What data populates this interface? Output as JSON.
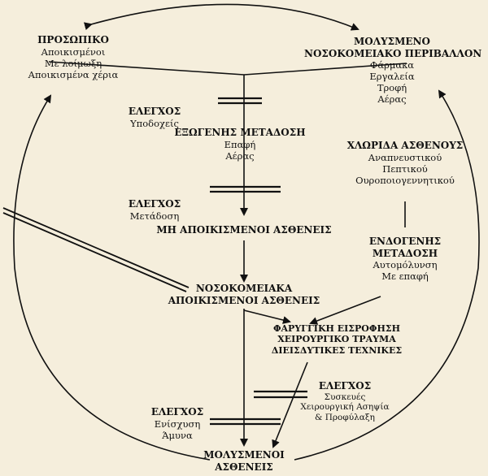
{
  "staff": {
    "title": "ΠΡΟΣΩΠΙΚΟ",
    "items": [
      "Αποικισμένοι",
      "Με λοίμωξη",
      "Αποικισμένα χέρια"
    ]
  },
  "environment": {
    "title_1": "ΜΟΛΥΣΜΕΝΟ",
    "title_2": "ΝΟΣΟΚΟΜΕΙΑΚΟ ΠΕΡΙΒΑΛΛΟΝ",
    "items": [
      "Φάρμακα",
      "Εργαλεία",
      "Τροφή",
      "Αέρας"
    ]
  },
  "control_receptacles": {
    "title": "ΕΛΕΓΧΟΣ",
    "items": [
      "Υποδοχείς"
    ]
  },
  "exogenous": {
    "title": "ΕΞΩΓΕΝΗΣ ΜΕΤΑΔΟΣΗ",
    "items": [
      "Επαφή",
      "Αέρας"
    ]
  },
  "flora": {
    "title": "ΧΛΩΡΙΔΑ ΑΣΘΕΝΟΥΣ",
    "items": [
      "Αναπνευστικού",
      "Πεπτικού",
      "Ουροποιογεννητικού"
    ]
  },
  "control_transmission": {
    "title": "ΕΛΕΓΧΟΣ",
    "items": [
      "Μετάδοση"
    ]
  },
  "non_colonized": {
    "title": "ΜΗ ΑΠΟΙΚΙΣΜΕΝΟΙ ΑΣΘΕΝΕΙΣ"
  },
  "endogenous": {
    "title_1": "ΕΝΔΟΓΕΝΗΣ",
    "title_2": "ΜΕΤΑΔΟΣΗ",
    "items": [
      "Αυτομόλυνση",
      "Με επαφή"
    ]
  },
  "colonized": {
    "title_1": "ΝΟΣΟΚΟΜΕΙΑΚΑ",
    "title_2": "ΑΠΟΙΚΙΣΜΕΝΟΙ ΑΣΘΕΝΕΙΣ"
  },
  "entry": {
    "lines": [
      "ΦΑΡΥΓΓΙΚΗ ΕΙΣΡΟΦΗΣΗ",
      "ΧΕΙΡΟΥΡΓΙΚΟ ΤΡΑΥΜΑ",
      "ΔΙΕΙΣΔΥΤΙΚΕΣ ΤΕΧΝΙΚΕΣ"
    ]
  },
  "control_devices": {
    "title": "ΕΛΕΓΧΟΣ",
    "items": [
      "Συσκευές",
      "Χειρουργική Ασηψία",
      "& Προφύλαξη"
    ]
  },
  "control_resistance": {
    "title": "ΕΛΕΓΧΟΣ",
    "items": [
      "Ενίσχυση",
      "Άμυνα"
    ]
  },
  "infected": {
    "title_1": "ΜΟΛΥΣΜΕΝΟΙ",
    "title_2": "ΑΣΘΕΝΕΙΣ"
  }
}
